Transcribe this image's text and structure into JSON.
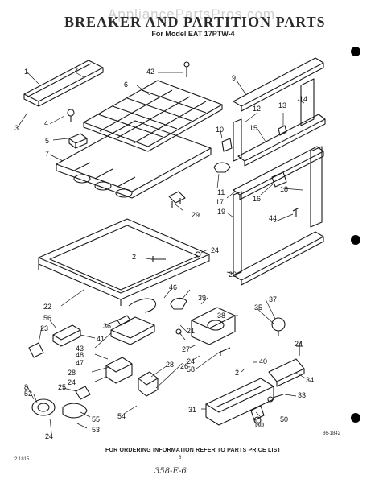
{
  "header": {
    "watermark": "AppliancePartsPros.com",
    "title": "BREAKER AND PARTITION PARTS",
    "subtitle": "For Model EAT 17PTW-4"
  },
  "footer": {
    "instruction": "FOR ORDERING INFORMATION REFER TO PARTS PRICE LIST",
    "corner_code": "2.1815",
    "page_number": "6",
    "part_code": "86-1842",
    "handwritten_note": "358-E-6"
  },
  "callouts": [
    "1",
    "2",
    "3",
    "4",
    "5",
    "6",
    "7",
    "42",
    "9",
    "12",
    "13",
    "14",
    "15",
    "10",
    "11",
    "17",
    "16",
    "18",
    "19",
    "29",
    "44",
    "2",
    "24",
    "20",
    "22",
    "46",
    "39",
    "38",
    "37",
    "35",
    "36",
    "56",
    "23",
    "41",
    "43",
    "48",
    "47",
    "28",
    "24",
    "25",
    "8",
    "52",
    "24",
    "55",
    "53",
    "54",
    "28",
    "26",
    "27",
    "21",
    "24",
    "58",
    "40",
    "2",
    "24",
    "34",
    "33",
    "31",
    "30",
    "50",
    "32"
  ]
}
